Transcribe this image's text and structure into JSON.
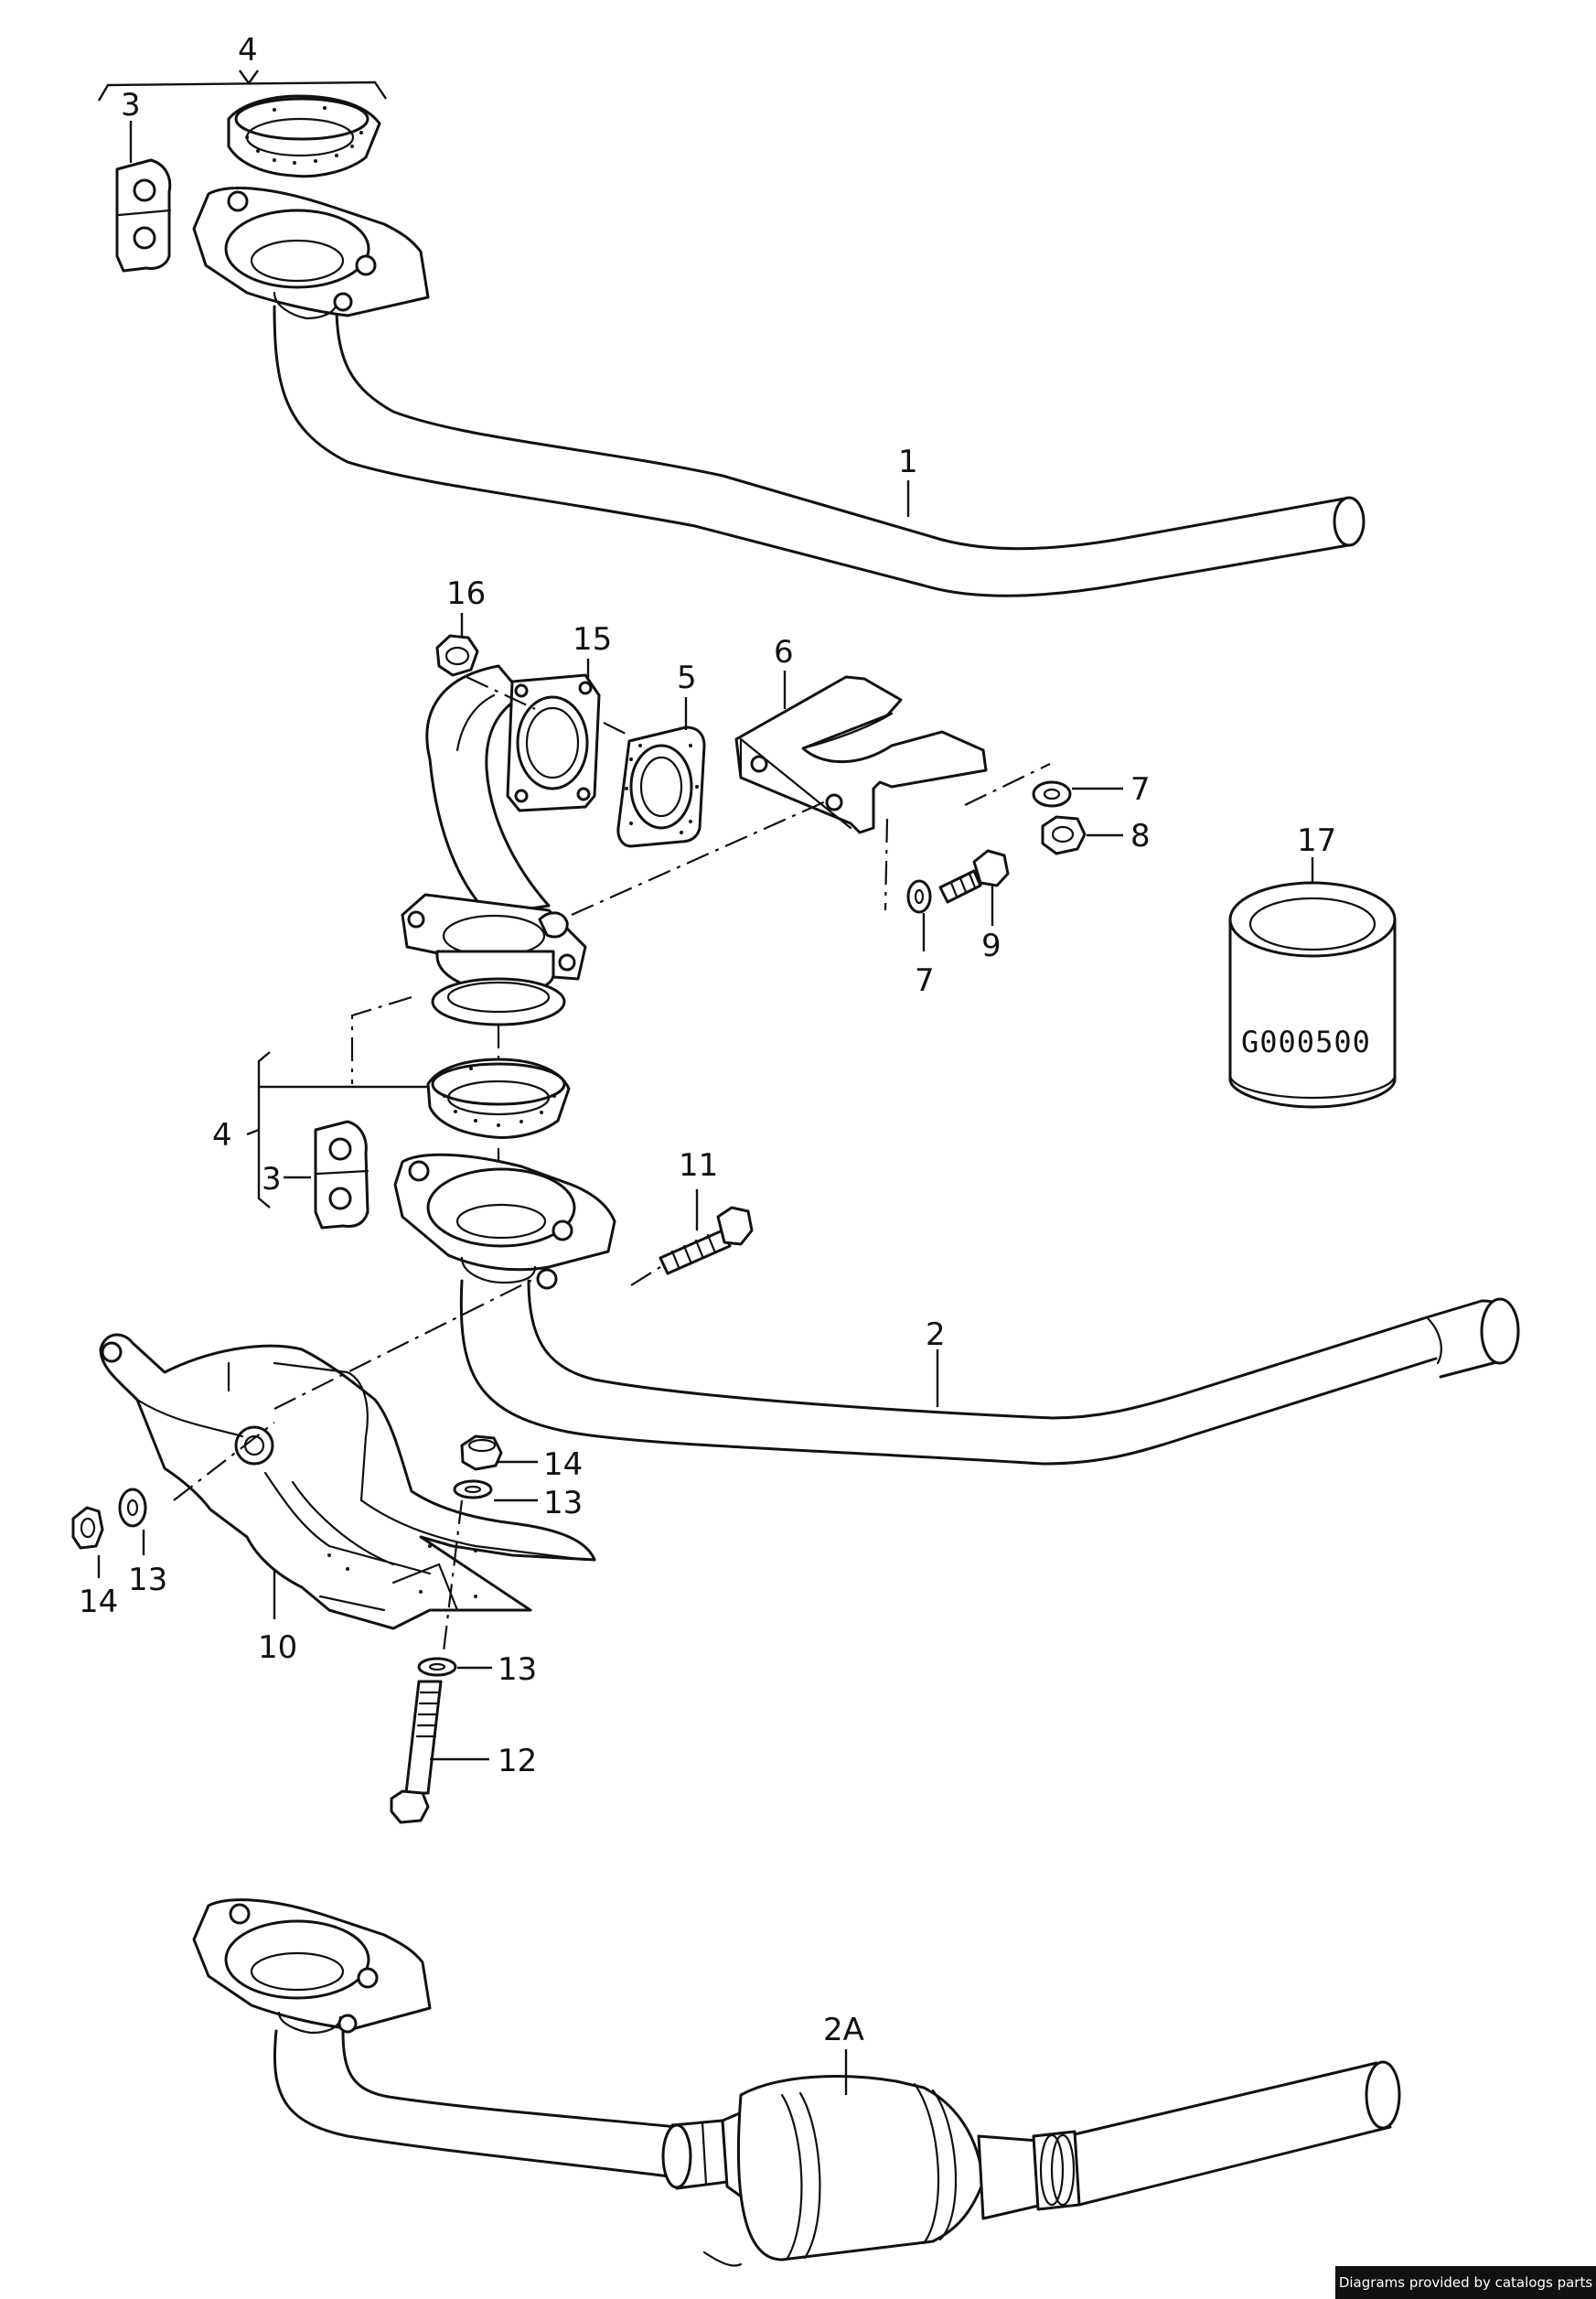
{
  "callouts": {
    "c1": "1",
    "c2": "2",
    "c2a": "2A",
    "c3_top": "3",
    "c3_mid": "3",
    "c4_top": "4",
    "c4_mid": "4",
    "c5": "5",
    "c6": "6",
    "c7_right": "7",
    "c7_lower": "7",
    "c8": "8",
    "c9": "9",
    "c10": "10",
    "c11": "11",
    "c12": "12",
    "c13_left": "13",
    "c13_upper": "13",
    "c13_lower": "13",
    "c14_left": "14",
    "c14_upper": "14",
    "c15": "15",
    "c16": "16",
    "c17": "17"
  },
  "image_code": "G000500",
  "credit_text": "Diagrams provided by catalogs parts"
}
